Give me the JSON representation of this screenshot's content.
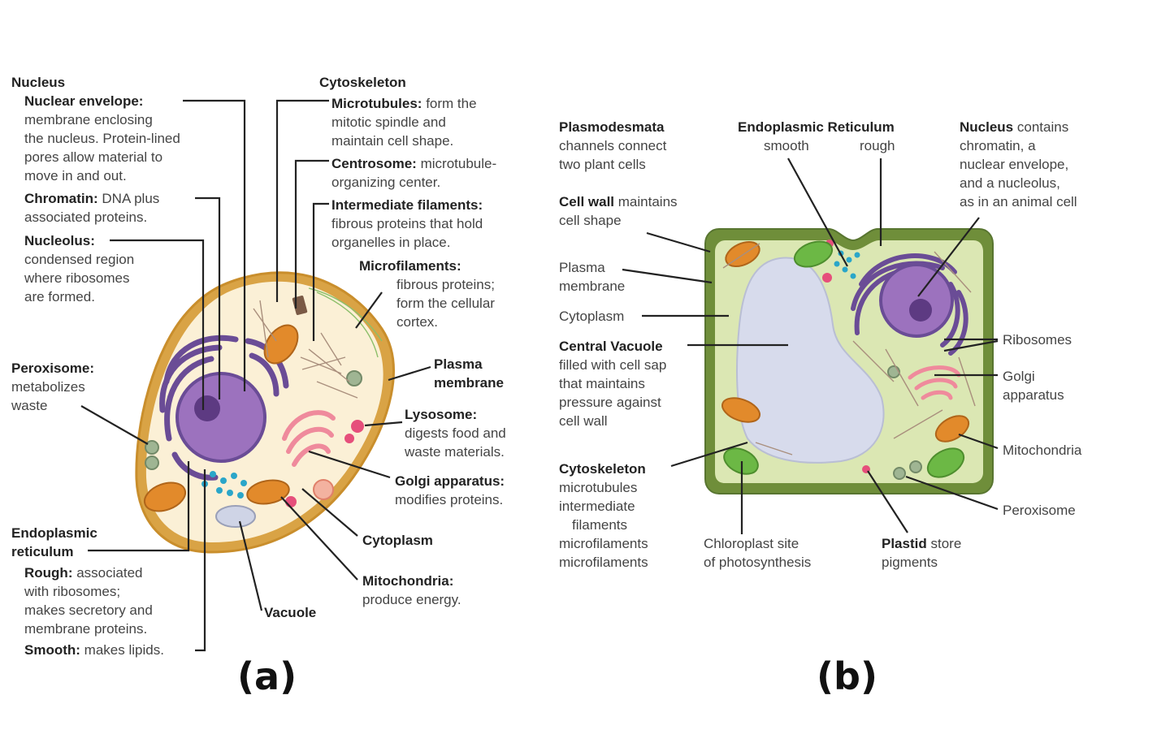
{
  "animal": {
    "nucleus_heading": "Nucleus",
    "nuclear_envelope_title": "Nuclear envelope:",
    "nuclear_envelope_text": [
      "membrane enclosing",
      "the nucleus. Protein-lined",
      "pores allow material to",
      "move in and out."
    ],
    "chromatin_title": "Chromatin:",
    "chromatin_text_1": "DNA plus",
    "chromatin_text_2": "associated proteins.",
    "nucleolus_title": "Nucleolus:",
    "nucleolus_text": [
      "condensed region",
      "where ribosomes",
      "are formed."
    ],
    "peroxisome_title": "Peroxisome:",
    "peroxisome_text": [
      "metabolizes",
      "waste"
    ],
    "er_title": [
      "Endoplasmic",
      "reticulum"
    ],
    "rough_title": "Rough:",
    "rough_text_1": "associated",
    "rough_text": [
      "with ribosomes;",
      "makes secretory and",
      "membrane proteins."
    ],
    "smooth_title": "Smooth:",
    "smooth_text": "makes lipids.",
    "vacuole": "Vacuole",
    "cytoskeleton_heading": "Cytoskeleton",
    "microtubules_title": "Microtubules:",
    "microtubules_text_1": "form the",
    "microtubules_text": [
      "mitotic spindle and",
      "maintain cell shape."
    ],
    "centrosome_title": "Centrosome:",
    "centrosome_text_1": "microtubule-",
    "centrosome_text_2": "organizing center.",
    "intermediate_title": "Intermediate filaments:",
    "intermediate_text": [
      "fibrous proteins that hold",
      "organelles in place."
    ],
    "microfilaments_title": "Microfilaments:",
    "microfilaments_text": [
      "fibrous proteins;",
      "form the cellular",
      "cortex."
    ],
    "plasma_membrane": [
      "Plasma",
      "membrane"
    ],
    "lysosome_title": "Lysosome:",
    "lysosome_text": [
      "digests food and",
      "waste materials."
    ],
    "golgi_title": "Golgi apparatus:",
    "golgi_text": "modifies proteins.",
    "cytoplasm": "Cytoplasm",
    "mitochondria_title": "Mitochondria:",
    "mitochondria_text": "produce energy.",
    "panel": "(a)"
  },
  "plant": {
    "plasmodesmata_title": "Plasmodesmata",
    "plasmodesmata_text": [
      "channels connect",
      "two plant cells"
    ],
    "cell_wall_title": "Cell wall",
    "cell_wall_text_1": "maintains",
    "cell_wall_text_2": "cell shape",
    "plasma_membrane": [
      "Plasma",
      "membrane"
    ],
    "cytoplasm": "Cytoplasm",
    "central_vacuole_title": "Central Vacuole",
    "central_vacuole_text": [
      "filled with cell sap",
      "that maintains",
      "pressure against",
      "cell wall"
    ],
    "cytoskeleton_title": "Cytoskeleton",
    "cytoskeleton_text": [
      "microtubules",
      "intermediate",
      "filaments",
      "microfilaments",
      "microfilaments"
    ],
    "er_title": "Endoplasmic Reticulum",
    "er_smooth": "smooth",
    "er_rough": "rough",
    "nucleus_title": "Nucleus",
    "nucleus_text_1": "contains",
    "nucleus_text": [
      "chromatin, a",
      "nuclear envelope,",
      "and a nucleolus,",
      "as in an animal cell"
    ],
    "ribosomes": "Ribosomes",
    "golgi": [
      "Golgi",
      "apparatus"
    ],
    "mitochondria": "Mitochondria",
    "peroxisome": "Peroxisome",
    "chloroplast": [
      "Chloroplast site",
      "of photosynthesis"
    ],
    "plastid_title": "Plastid",
    "plastid_text_1": "store",
    "plastid_text_2": "pigments",
    "panel": "(b)"
  }
}
